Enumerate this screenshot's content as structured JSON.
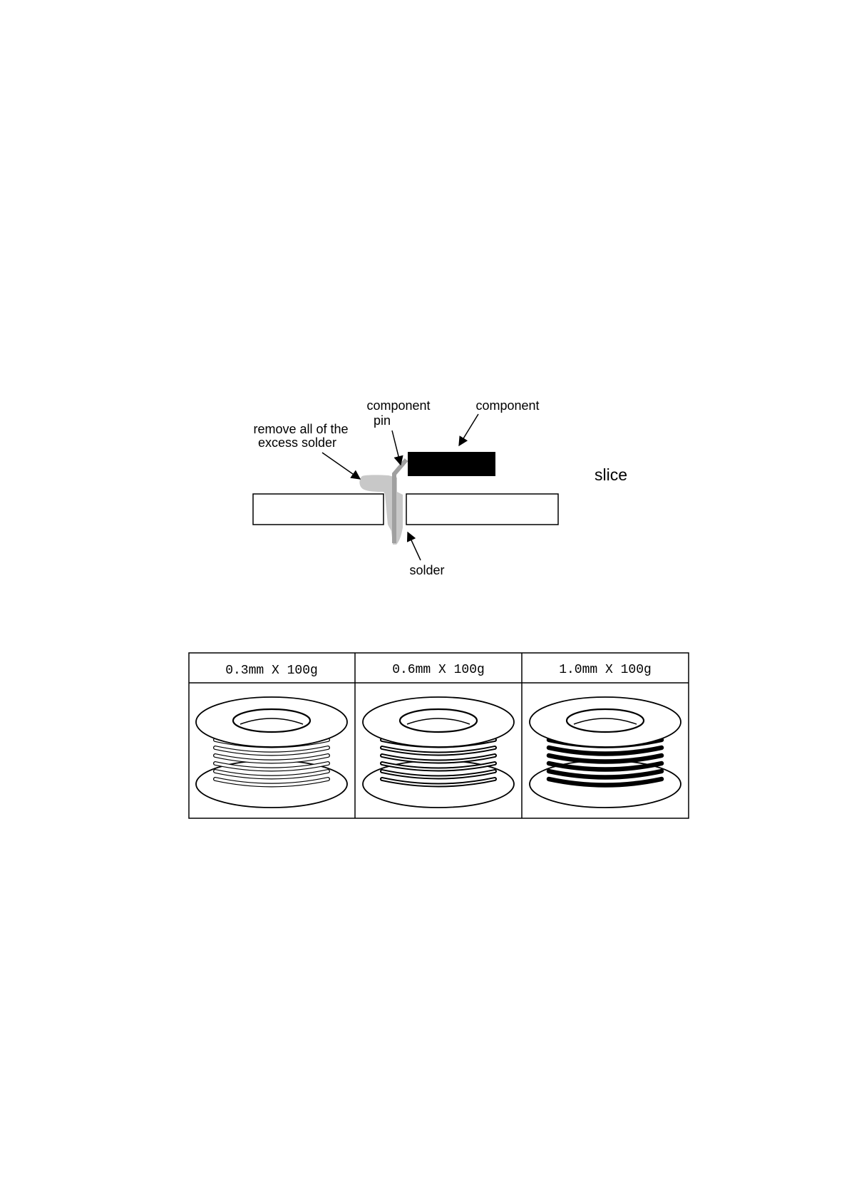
{
  "solder_diagram": {
    "labels": {
      "component_pin_line1": "component",
      "component_pin_line2": "pin",
      "component": "component",
      "remove_line1": "remove all of the",
      "remove_line2": "excess solder",
      "slice": "slice",
      "solder": "solder"
    },
    "colors": {
      "solder_fill": "#c8c8c8",
      "pin": "#a0a0a0",
      "component_body": "#000000"
    }
  },
  "spool_table": {
    "columns": [
      {
        "header": "0.3mm X 100g",
        "wire_weight": "thin"
      },
      {
        "header": "0.6mm X 100g",
        "wire_weight": "medium"
      },
      {
        "header": "1.0mm X 100g",
        "wire_weight": "thick"
      }
    ]
  }
}
